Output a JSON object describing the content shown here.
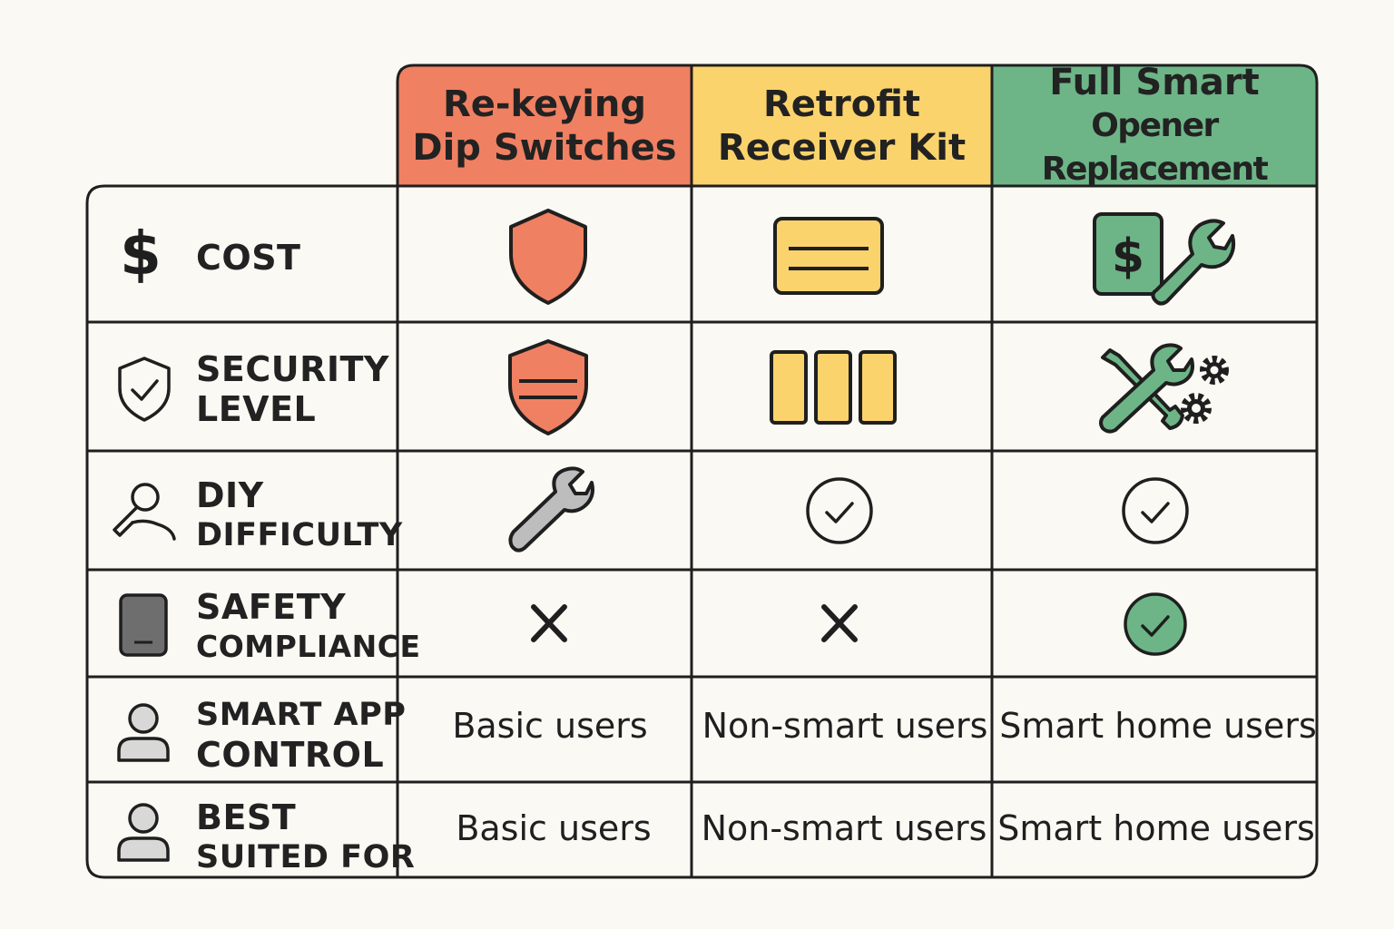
{
  "colors": {
    "col1": "#f08062",
    "col2": "#fbd36c",
    "col3": "#6db587",
    "line": "#1f1f1f",
    "grey": "#bdbdbd",
    "background": "#fbf9f3"
  },
  "columns": [
    {
      "line1": "Re-keying",
      "line2": "Dip Switches"
    },
    {
      "line1": "Retrofit",
      "line2": "Receiver Kit"
    },
    {
      "line1": "Full Smart",
      "line2": "Opener Replacement"
    }
  ],
  "rows": [
    {
      "line1": "COST",
      "line2": "",
      "icon": "dollar-icon"
    },
    {
      "line1": "SECURITY",
      "line2": "LEVEL",
      "icon": "shield-check-icon"
    },
    {
      "line1": "DIY",
      "line2": "DIFFICULTY",
      "icon": "key-hand-icon"
    },
    {
      "line1": "SAFETY",
      "line2": "COMPLIANCE",
      "icon": "device-icon"
    },
    {
      "line1": "SMART APP",
      "line2": "CONTROL",
      "icon": "user-icon"
    },
    {
      "line1": "BEST",
      "line2": "SUITED FOR",
      "icon": "user-icon"
    }
  ],
  "cells": {
    "cost": [
      "shield-icon",
      "card-icon",
      "dollar-wrench-icon"
    ],
    "security": [
      "shield-lines-icon",
      "bars-icon",
      "tools-gears-icon"
    ],
    "diy": [
      "wrench-icon",
      "check-circle-icon",
      "check-circle-icon"
    ],
    "safety": [
      "x-icon",
      "x-icon",
      "check-circle-filled-icon"
    ],
    "smart_app": [
      "Basic users",
      "Non-smart users",
      "Smart home users"
    ],
    "best_suited": [
      "Basic users",
      "Non-smart users",
      "Smart home users"
    ]
  }
}
